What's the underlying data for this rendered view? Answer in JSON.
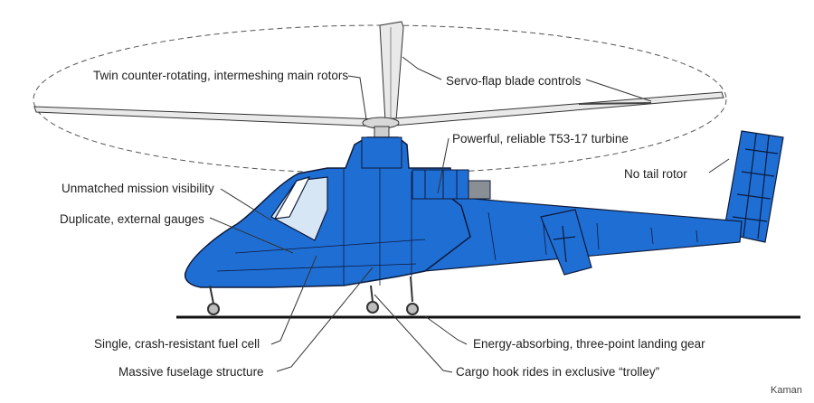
{
  "callouts": {
    "rotors": "Twin counter-rotating, intermeshing main rotors",
    "servo": "Servo-flap blade controls",
    "turbine": "Powerful, reliable T53-17 turbine",
    "tail": "No tail rotor",
    "visibility": "Unmatched mission visibility",
    "gauges": "Duplicate, external gauges",
    "fuel": "Single, crash-resistant fuel cell",
    "fuselage": "Massive fuselage structure",
    "landing_gear": "Energy-absorbing, three-point landing gear",
    "cargo_hook": "Cargo hook rides in exclusive “trolley”"
  },
  "credit": "Kaman",
  "colors": {
    "body": "#1f6ed4",
    "outline": "#0d1a3a",
    "rotor": "#e8e8e8",
    "ground": "#111111",
    "leader": "#333333"
  }
}
